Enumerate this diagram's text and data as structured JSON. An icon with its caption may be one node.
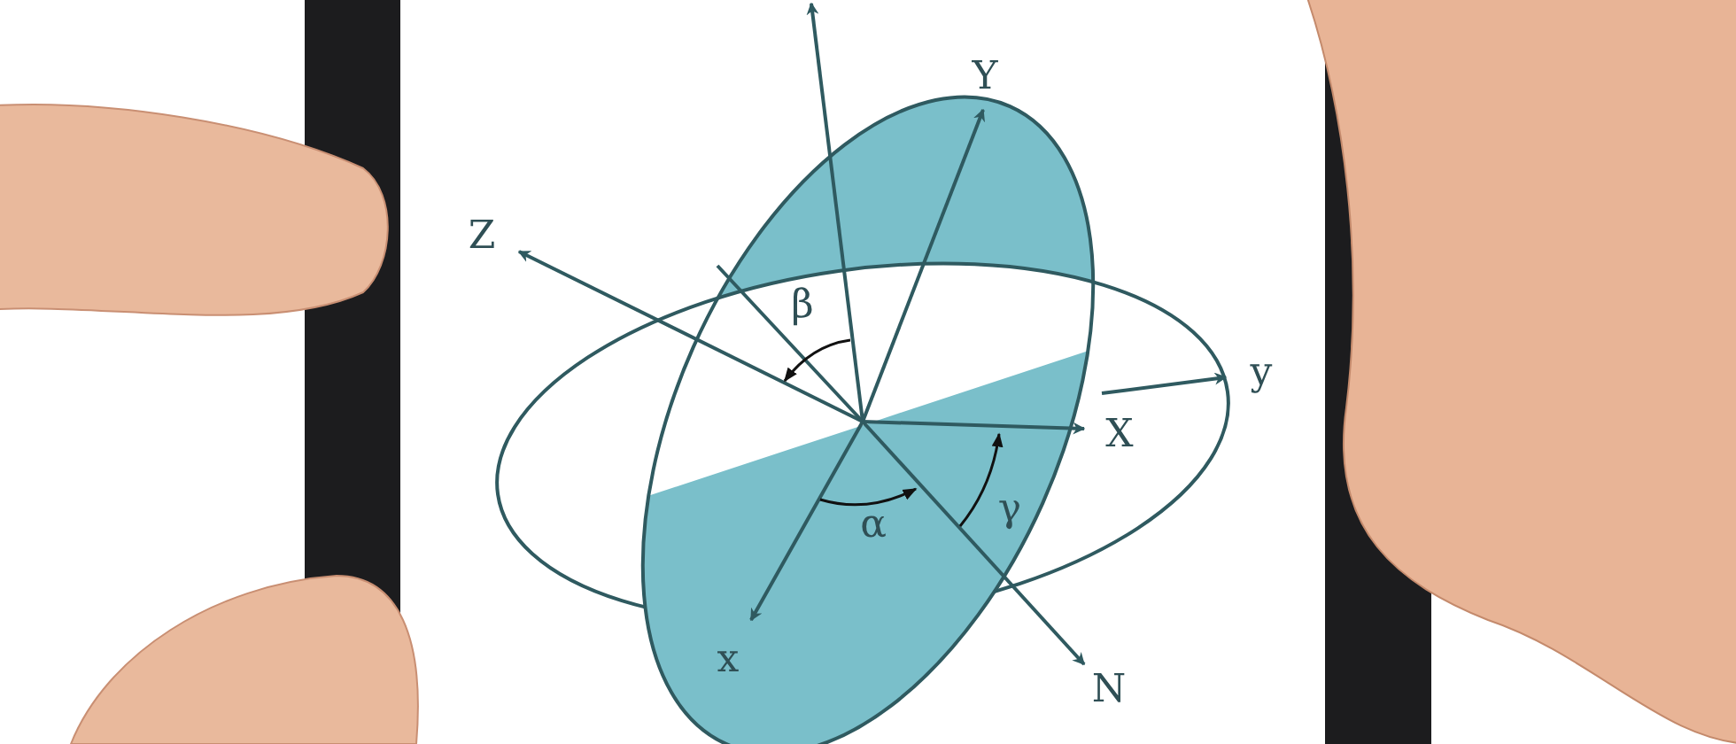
{
  "diagram": {
    "labels": [
      "Y",
      "Z",
      "β",
      "y",
      "X",
      "γ",
      "α",
      "x",
      "N"
    ]
  }
}
